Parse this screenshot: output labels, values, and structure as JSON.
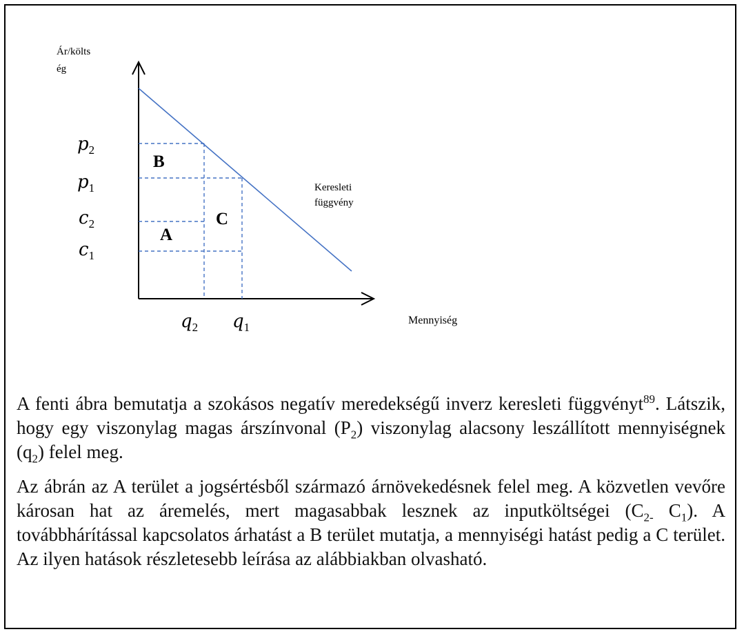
{
  "diagram": {
    "y_axis_label_line1": "Ár/költs",
    "y_axis_label_line2": "ég",
    "x_axis_label": "Mennyiség",
    "curve_label_line1": "Keresleti",
    "curve_label_line2": "függvény",
    "area_labels": {
      "A": "A",
      "B": "B",
      "C": "C"
    },
    "price_levels": [
      {
        "var": "p",
        "sub": "2"
      },
      {
        "var": "p",
        "sub": "1"
      },
      {
        "var": "c",
        "sub": "2"
      },
      {
        "var": "c",
        "sub": "1"
      }
    ],
    "quantity_levels": [
      {
        "var": "q",
        "sub": "2"
      },
      {
        "var": "q",
        "sub": "1"
      }
    ],
    "colors": {
      "line": "#4472c4",
      "axis": "#000000"
    }
  },
  "text": {
    "p1_a": "A fenti ábra bemutatja a szokásos negatív meredekségű inverz keresleti függvényt",
    "p1_footnote": "89",
    "p1_b": ". Látszik, hogy egy viszonylag magas árszínvonal (P",
    "p1_sub1": "2",
    "p1_c": ") viszonylag alacsony leszállított mennyiségnek (q",
    "p1_sub2": "2",
    "p1_d": ") felel meg.",
    "p2_a": "Az ábrán az A terület a jogsértésből származó árnövekedésnek felel meg. A közvetlen vevőre károsan hat az áremelés, mert magasabbak lesznek az inputköltségei (C",
    "p2_sub1": "2-",
    "p2_b": " C",
    "p2_sub2": "1",
    "p2_c": "). A továbbhárítással kapcsolatos árhatást a B terület mutatja, a mennyiségi hatást pedig a C terület. Az ilyen hatások részletesebb leírása az alábbiakban olvasható."
  }
}
